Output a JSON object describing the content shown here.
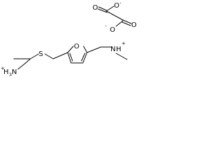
{
  "molecule": {
    "oxalate": {
      "oxygen_symbol": "O",
      "minus_sign": "-"
    },
    "furan": {
      "oxygen_symbol": "O"
    },
    "ammonium": {
      "nitrogen_symbol": "N",
      "hydrogen_symbol": "H",
      "plus_sign": "+"
    },
    "thioether": {
      "sulfur_symbol": "S"
    },
    "terminal_amine": {
      "plus_sign": "+",
      "hydrogen_symbol": "H",
      "hydrogen_count": "3",
      "nitrogen_symbol": "N"
    }
  }
}
